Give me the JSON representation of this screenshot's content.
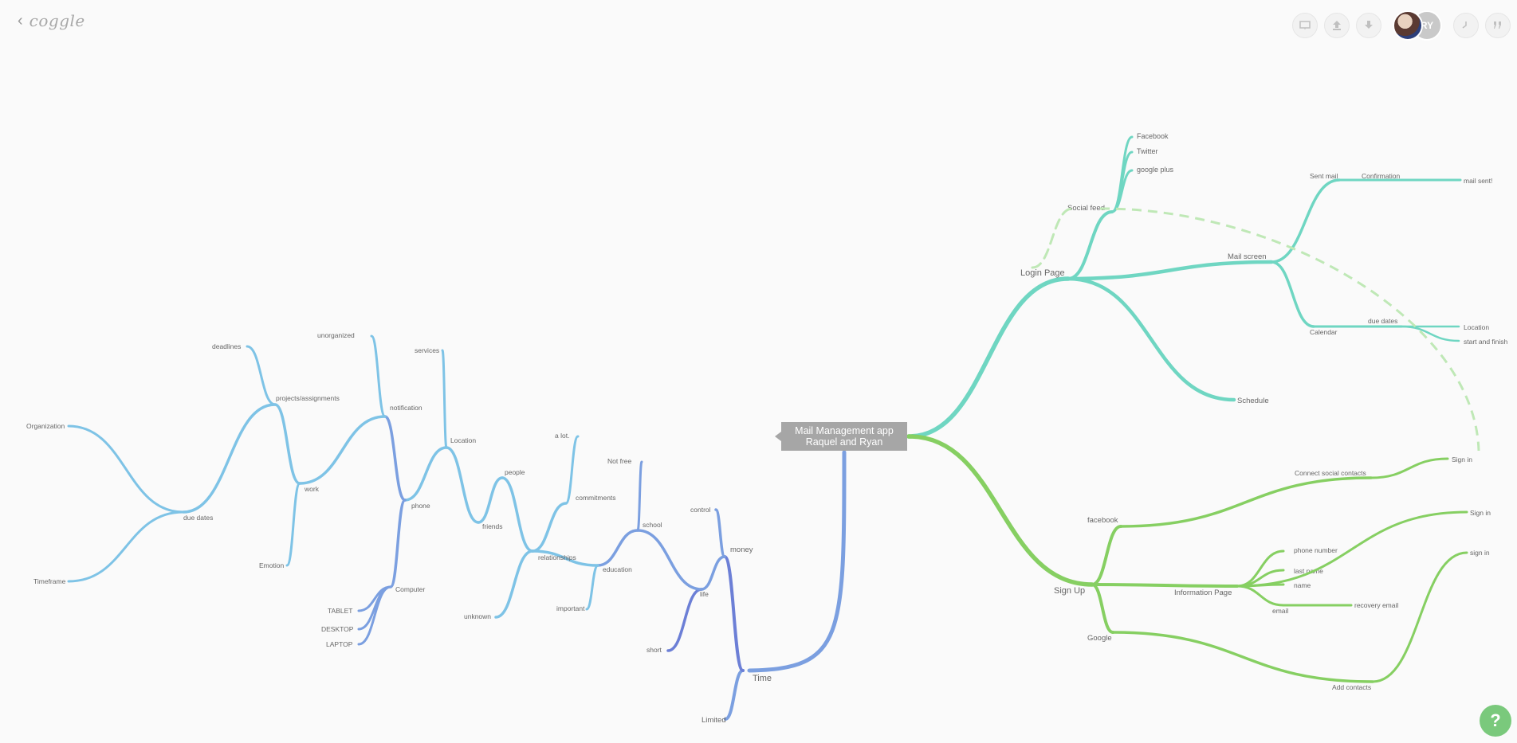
{
  "app": {
    "brand": "coggle",
    "back_icon": "chevron-left-icon"
  },
  "toolbar": {
    "icons": [
      "presentation-icon",
      "share-icon",
      "download-icon",
      "history-icon",
      "quote-icon"
    ],
    "collaborator_initials": "RY"
  },
  "root": {
    "line1": "Mail Management app",
    "line2": "Raquel and Ryan"
  },
  "colors": {
    "teal": "#6fd6c2",
    "green": "#86cf62",
    "blue": "#7b9fe0",
    "skyblue": "#7ec3e6",
    "indigo": "#6c7fd6",
    "dashed": "#bfe8b6",
    "root": "#a6a6a6"
  },
  "labels": {
    "login_page": "Login Page",
    "social_feed": "Social feed",
    "facebook_1": "Facebook",
    "twitter": "Twitter",
    "google_plus": "google plus",
    "mail_screen": "Mail screen",
    "sent_mail": "Sent mail",
    "confirmation": "Confirmation",
    "mail_sent": "mail sent!",
    "calendar": "Calendar",
    "due_dates_right": "due dates",
    "location_right": "Location",
    "start_and_finish": "start and finish",
    "schedule": "Schedule",
    "sign_in_dashed": "Sign in",
    "sign_up": "Sign Up",
    "facebook_2": "facebook",
    "connect_social": "Connect social contacts",
    "information_page": "Information Page",
    "phone_number": "phone number",
    "last_name": "last name",
    "name": "name",
    "email": "email",
    "recovery_email": "recovery email",
    "sign_in_2": "Sign in",
    "sign_in_3": "sign in",
    "google": "Google",
    "add_contacts": "Add contacts",
    "time": "Time",
    "limited": "Limited",
    "money": "money",
    "control": "control",
    "life": "life",
    "short": "short",
    "school": "school",
    "not_free": "Not free",
    "education": "education",
    "important": "important",
    "relationships": "relationships",
    "commitments": "commitments",
    "a_lot": "a lot.",
    "unknown": "unknown",
    "friends": "friends",
    "people": "people",
    "location_left": "Location",
    "services": "services",
    "phone": "phone",
    "notification": "notification",
    "unorganized": "unorganized",
    "computer": "Computer",
    "tablet": "TABLET",
    "desktop": "DESKTOP",
    "laptop": "LAPTOP",
    "work": "work",
    "emotion": "Emotion",
    "projects_assignments": "projects/assignments",
    "deadlines": "deadlines",
    "due_dates_left": "due dates",
    "organization": "Organization",
    "timeframe": "Timeframe"
  },
  "help": {
    "label": "?"
  }
}
